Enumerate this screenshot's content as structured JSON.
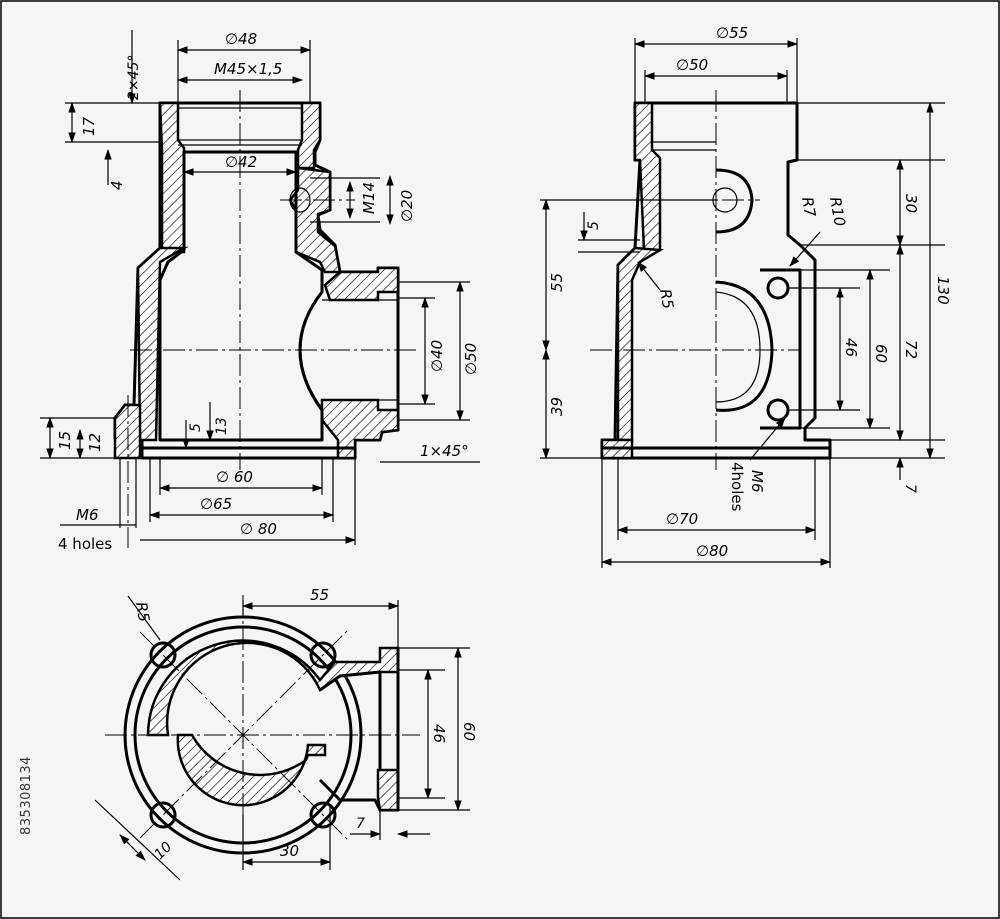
{
  "front_view": {
    "d_48": "∅48",
    "thread_m45": "M45×1,5",
    "chamfer_2x45": "2×45°",
    "d_42": "∅42",
    "h_17": "17",
    "h_4": "4",
    "thread_m14": "M14",
    "d_20": "∅20",
    "d_40": "∅40",
    "d_50": "∅50",
    "h_13": "13",
    "h_5": "5",
    "h_15": "15",
    "h_12": "12",
    "chamfer_1x45": "1×45°",
    "d_60": "∅ 60",
    "d_65": "∅65",
    "d_80": "∅ 80",
    "thread_m6": "M6",
    "holes_note": "4 holes"
  },
  "side_view": {
    "d_55": "∅55",
    "d_50": "∅50",
    "h_5": "5",
    "h_55": "55",
    "h_39": "39",
    "r_5": "R5",
    "r_7": "R7",
    "r_10": "R10",
    "h_30": "30",
    "h_130": "130",
    "h_46": "46",
    "h_60": "60",
    "h_72": "72",
    "h_7": "7",
    "thread_m6": "M6",
    "holes_note": "4holes",
    "d_70": "∅70",
    "d_80": "∅80"
  },
  "top_view": {
    "w_55": "55",
    "r_5": "R5",
    "h_46": "46",
    "h_60": "60",
    "w_7": "7",
    "w_30": "30",
    "w_10": "10"
  },
  "stock_id": "835308134"
}
